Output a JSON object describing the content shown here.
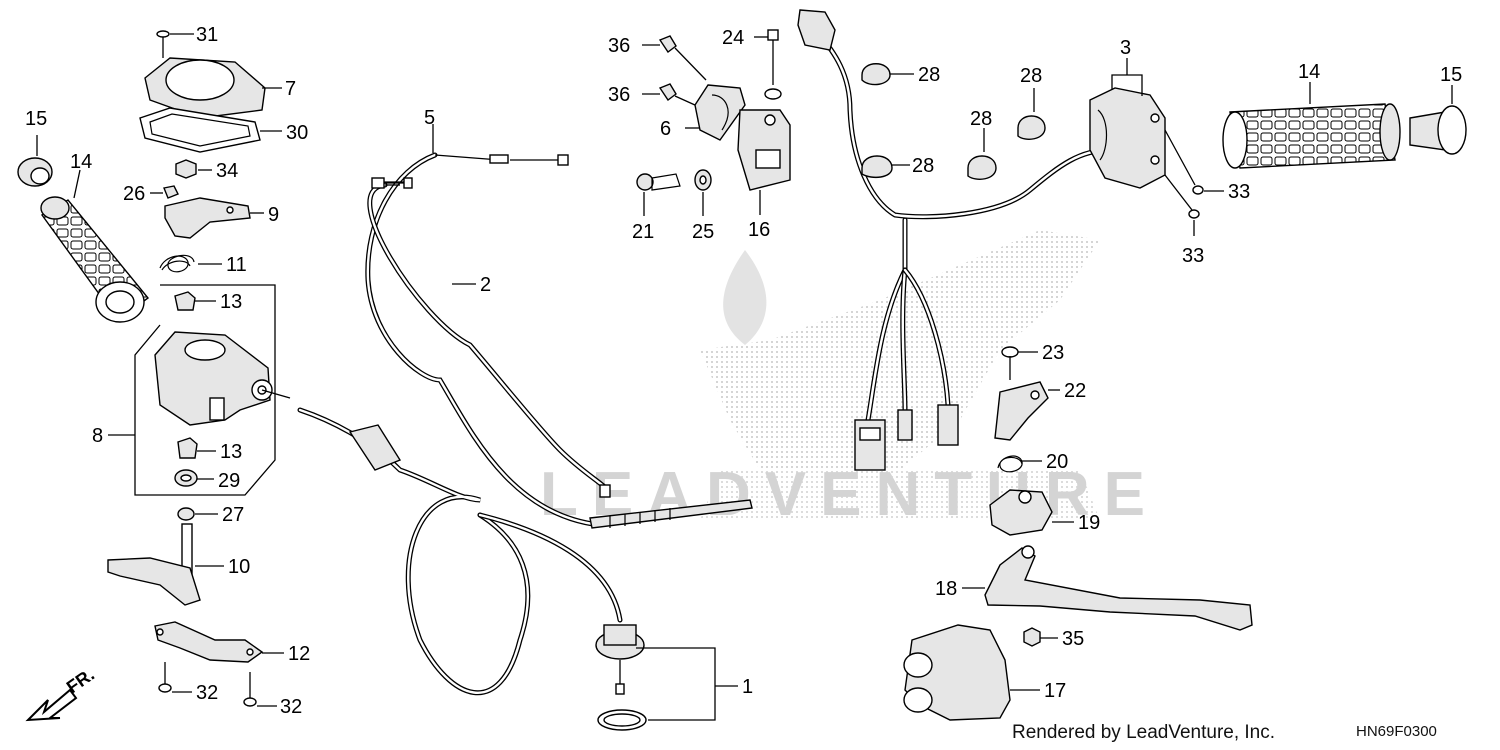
{
  "diagram": {
    "callouts": {
      "c1": "1",
      "c2": "2",
      "c3": "3",
      "c5": "5",
      "c6": "6",
      "c7": "7",
      "c8": "8",
      "c9": "9",
      "c10": "10",
      "c11": "11",
      "c12": "12",
      "c13a": "13",
      "c13b": "13",
      "c14l": "14",
      "c14r": "14",
      "c15l": "15",
      "c15r": "15",
      "c16": "16",
      "c17": "17",
      "c18": "18",
      "c19": "19",
      "c20": "20",
      "c21": "21",
      "c22": "22",
      "c23": "23",
      "c24": "24",
      "c25": "25",
      "c26": "26",
      "c27": "27",
      "c28a": "28",
      "c28b": "28",
      "c28c": "28",
      "c28d": "28",
      "c29": "29",
      "c30": "30",
      "c31": "31",
      "c32a": "32",
      "c32b": "32",
      "c33a": "33",
      "c33b": "33",
      "c34": "34",
      "c35": "35",
      "c36a": "36",
      "c36b": "36"
    },
    "front_arrow_label": "FR.",
    "footer_credit": "Rendered by LeadVenture, Inc.",
    "diagram_code": "HN69F0300"
  },
  "colors": {
    "line": "#000000",
    "part_fill": "#e6e6e6",
    "watermark": "#d4d4d4"
  }
}
